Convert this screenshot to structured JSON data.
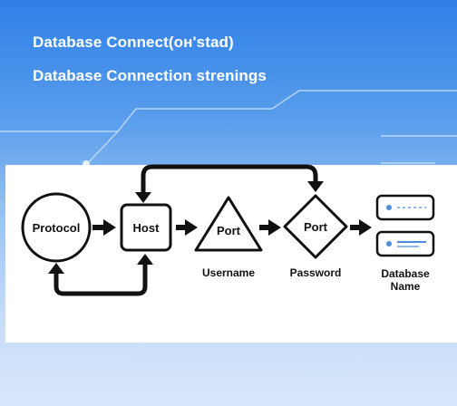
{
  "titles": {
    "line1": "Database Connect(oн'stad)",
    "line2": "Database Connection strenings"
  },
  "nodes": {
    "protocol": "Protocol",
    "host": "Host",
    "port1": "Port",
    "port2": "Port"
  },
  "captions": {
    "username": "Username",
    "password": "Password",
    "database_name": "Database Name"
  },
  "colors": {
    "accent_blue": "#2f7fe7",
    "line_dark": "#111111",
    "db_icon_blue": "#4a8fe0"
  },
  "icons": [
    "database-server-icon",
    "arrow-right-icon",
    "loop-arrow-icon"
  ]
}
